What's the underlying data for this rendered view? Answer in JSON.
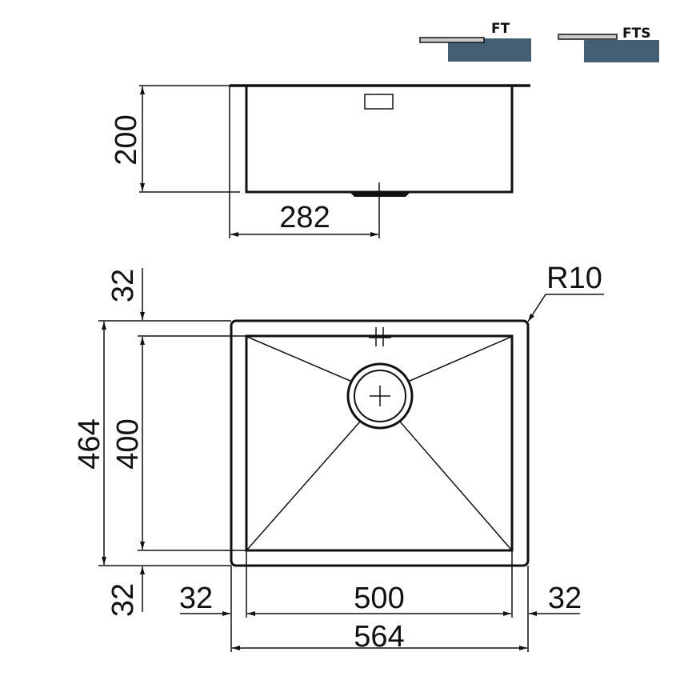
{
  "legend": {
    "ft_label": "FT",
    "fts_label": "FTS",
    "block_color": "#445f73",
    "plate_color": "#cccccc"
  },
  "side_view": {
    "height_label": "200",
    "drain_offset_label": "282"
  },
  "top_view": {
    "radius_label": "R10",
    "total_depth_label": "464",
    "inner_depth_label": "400",
    "top_margin_label": "32",
    "bottom_margin_label": "32",
    "left_margin_label": "32",
    "right_margin_label": "32",
    "inner_width_label": "500",
    "total_width_label": "564"
  }
}
